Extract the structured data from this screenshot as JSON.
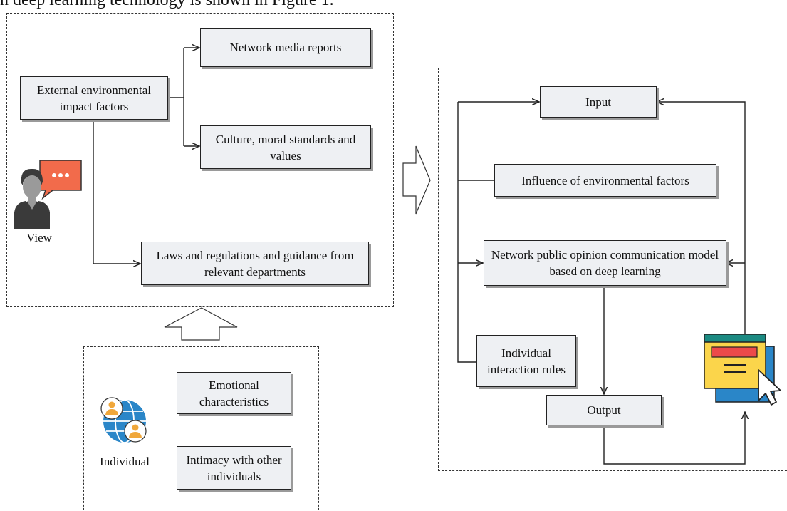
{
  "caption": "n deep learning technology is shown in Figure 1.",
  "left_panel": {
    "boxes": {
      "external_factors": "External environmental impact factors",
      "network_media": "Network media reports",
      "culture": "Culture, moral standards and values",
      "laws": "Laws and regulations and guidance from relevant departments"
    },
    "view_label": "View"
  },
  "bottom_panel": {
    "boxes": {
      "emotional": "Emotional characteristics",
      "intimacy": "Intimacy with other individuals"
    },
    "individual_label": "Individual"
  },
  "right_panel": {
    "boxes": {
      "input": "Input",
      "influence": "Influence of environmental factors",
      "model": "Network public opinion communication model based on deep learning",
      "interaction": "Individual interaction rules",
      "output": "Output"
    }
  },
  "colors": {
    "box_fill": "#eef0f3",
    "speech_bubble": "#f26b4b",
    "globe_blue": "#2a86c8",
    "window_yellow": "#fbd54b",
    "window_blue": "#2a86c8",
    "window_teal": "#1b8a82",
    "window_red": "#ec4a4a"
  },
  "icons": [
    "person-with-speech-bubble-icon",
    "globe-users-icon",
    "browser-window-cursor-icon"
  ]
}
